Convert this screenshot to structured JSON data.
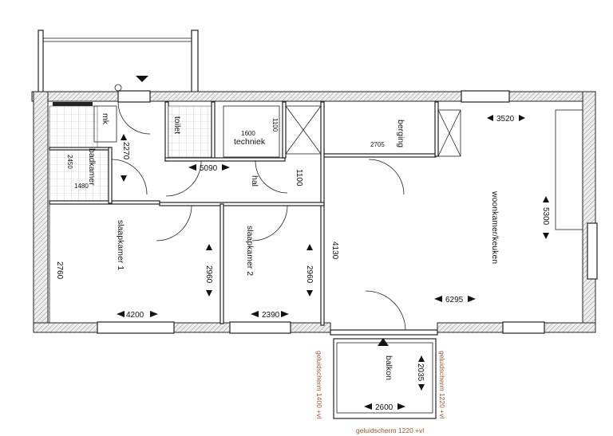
{
  "rooms": {
    "meterkast": "mk",
    "badkamer": "badkamer",
    "toilet": "toilet",
    "techniek": "techniek",
    "hal": "hal",
    "berging": "berging",
    "woonkamer": "woonkamer/keuken",
    "slaapkamer1": "slaapkamer 1",
    "slaapkamer2": "slaapkamer 2",
    "balkon": "balkon"
  },
  "dimensions": {
    "badkamer_depth": "2450",
    "badkamer_width": "1480",
    "gang_length": "2270",
    "techniek_width": "1600",
    "techniek_depth": "1100",
    "hal_width": "5090",
    "hal_depth": "1100",
    "berging_width": "2705",
    "woonkamer_top": "3520",
    "woonkamer_depth": "5300",
    "woonkamer_side": "4130",
    "woonkamer_width": "6295",
    "slaapkamer1_depth": "2960",
    "slaapkamer1_left": "2760",
    "slaapkamer1_width": "4200",
    "slaapkamer2_depth": "2960",
    "slaapkamer2_width": "2390",
    "balkon_depth": "2035",
    "balkon_width": "2600"
  },
  "annotations": {
    "screen_left": "geluidscherm 1400 +vl",
    "screen_right": "geluidscherm 1220 +vl",
    "screen_bottom": "geluidscherm 1220 +vl",
    "annotation_color": "#a0522d"
  }
}
